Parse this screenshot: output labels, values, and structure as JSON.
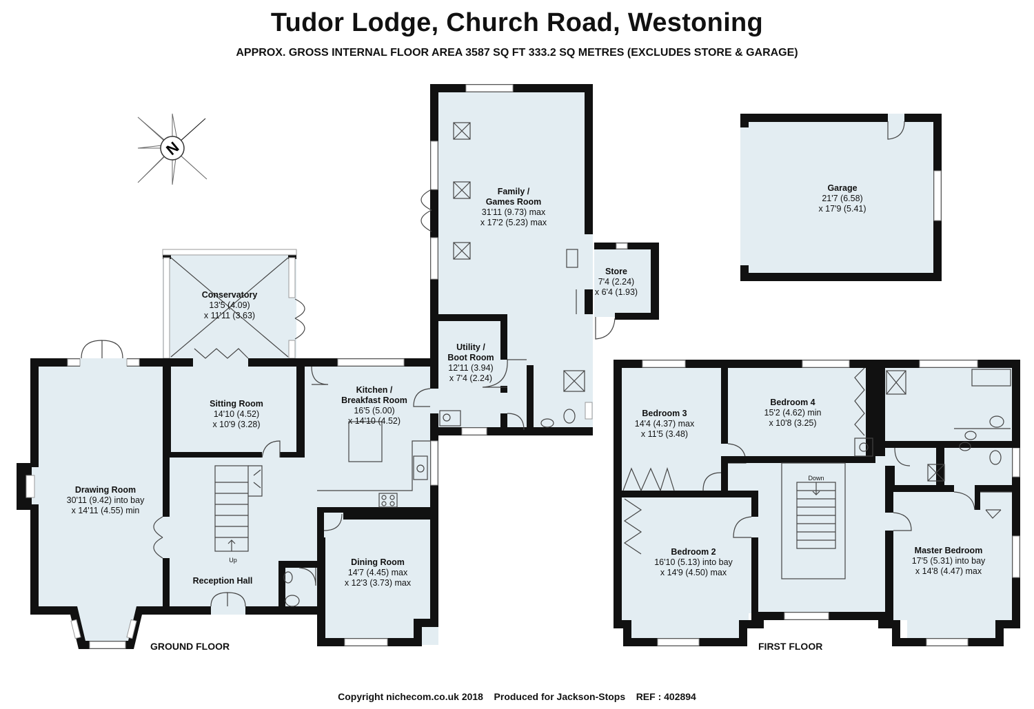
{
  "header": {
    "title": "Tudor Lodge, Church Road, Westoning",
    "subtitle": "APPROX. GROSS INTERNAL FLOOR AREA 3587 SQ FT 333.2 SQ METRES (EXCLUDES STORE & GARAGE)"
  },
  "compass": {
    "label": "N"
  },
  "floors": {
    "ground": "GROUND FLOOR",
    "first": "FIRST FLOOR"
  },
  "rooms": {
    "family": {
      "name": [
        "Family /",
        "Games Room"
      ],
      "dims": [
        "31'11 (9.73) max",
        "x 17'2 (5.23) max"
      ]
    },
    "store": {
      "name": [
        "Store"
      ],
      "dims": [
        "7'4 (2.24)",
        "x 6'4 (1.93)"
      ]
    },
    "garage": {
      "name": [
        "Garage"
      ],
      "dims": [
        "21'7 (6.58)",
        "x 17'9 (5.41)"
      ]
    },
    "conservatory": {
      "name": [
        "Conservatory"
      ],
      "dims": [
        "13'5 (4.09)",
        "x 11'11 (3.63)"
      ]
    },
    "utility": {
      "name": [
        "Utility /",
        "Boot Room"
      ],
      "dims": [
        "12'11 (3.94)",
        "x 7'4 (2.24)"
      ]
    },
    "sitting": {
      "name": [
        "Sitting Room"
      ],
      "dims": [
        "14'10 (4.52)",
        "x 10'9 (3.28)"
      ]
    },
    "kitchen": {
      "name": [
        "Kitchen /",
        "Breakfast Room"
      ],
      "dims": [
        "16'5 (5.00)",
        "x 14'10 (4.52)"
      ]
    },
    "drawing": {
      "name": [
        "Drawing Room"
      ],
      "dims": [
        "30'11 (9.42) into bay",
        "x 14'11 (4.55) min"
      ]
    },
    "reception": {
      "name": [
        "Reception Hall"
      ],
      "dims": []
    },
    "dining": {
      "name": [
        "Dining Room"
      ],
      "dims": [
        "14'7 (4.45) max",
        "x 12'3 (3.73) max"
      ]
    },
    "bed3": {
      "name": [
        "Bedroom 3"
      ],
      "dims": [
        "14'4 (4.37) max",
        "x 11'5 (3.48)"
      ]
    },
    "bed4": {
      "name": [
        "Bedroom 4"
      ],
      "dims": [
        "15'2 (4.62) min",
        "x 10'8 (3.25)"
      ]
    },
    "bed2": {
      "name": [
        "Bedroom 2"
      ],
      "dims": [
        "16'10 (5.13) into bay",
        "x 14'9 (4.50) max"
      ]
    },
    "master": {
      "name": [
        "Master Bedroom"
      ],
      "dims": [
        "17'5 (5.31) into bay",
        "x 14'8 (4.47) max"
      ]
    }
  },
  "stairs": {
    "up": "Up",
    "down": "Down"
  },
  "footer": {
    "copyright": "Copyright nichecom.co.uk 2018",
    "produced": "Produced for Jackson-Stops",
    "ref": "REF : 402894"
  }
}
